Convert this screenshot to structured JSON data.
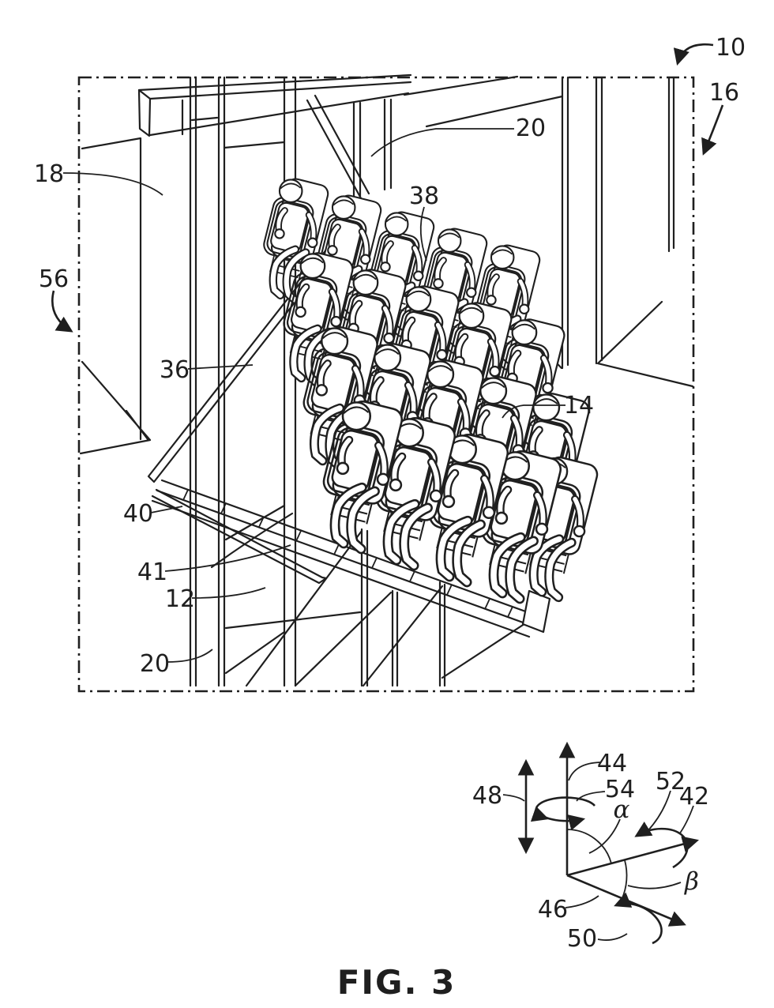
{
  "figure": {
    "caption": "FIG. 3",
    "type": "patent-line-drawing"
  },
  "colors": {
    "ink": "#1f1f1f",
    "paper": "#ffffff"
  },
  "reference_labels": {
    "r10": "10",
    "r16": "16",
    "r18": "18",
    "r20_top": "20",
    "r38": "38",
    "r56": "56",
    "r36": "36",
    "r14": "14",
    "r40": "40",
    "r41": "41",
    "r12": "12",
    "r20_bottom": "20"
  },
  "axis_labels": {
    "r44": "44",
    "r48": "48",
    "r54": "54",
    "r52": "52",
    "r42": "42",
    "r46": "46",
    "r50": "50",
    "alpha": "α",
    "beta": "β"
  }
}
